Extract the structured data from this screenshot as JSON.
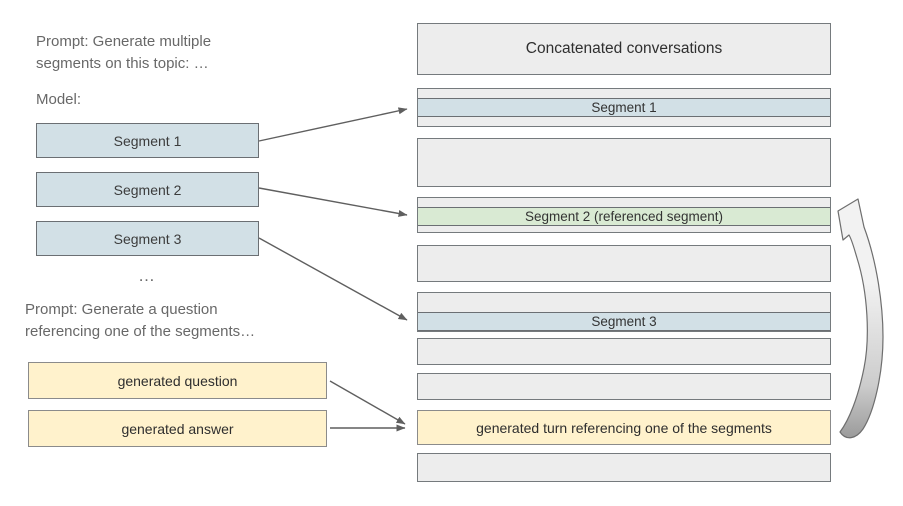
{
  "colors": {
    "segment_blue": "#d2e0e6",
    "referenced_green": "#d9ead3",
    "generated_yellow": "#fff2cc",
    "conversation_gray": "#ededed",
    "box_border": "#6b6f73",
    "arrow": "#5f5f5f",
    "prompt_text": "#686868"
  },
  "left": {
    "prompt_segments": {
      "line1": "Prompt: Generate multiple",
      "line2": "segments on this topic: …"
    },
    "model_label": "Model:",
    "segments": [
      {
        "label": "Segment 1"
      },
      {
        "label": "Segment 2"
      },
      {
        "label": "Segment 3"
      }
    ],
    "ellipsis": "…",
    "prompt_question": {
      "line1": "Prompt: Generate a question",
      "line2": "referencing one of the segments…"
    },
    "generated_question": "generated question",
    "generated_answer": "generated answer"
  },
  "right": {
    "header": "Concatenated conversations",
    "segment1": "Segment 1",
    "segment2": "Segment 2 (referenced segment)",
    "segment3": "Segment 3",
    "generated_turn": "generated turn referencing one of the segments"
  }
}
